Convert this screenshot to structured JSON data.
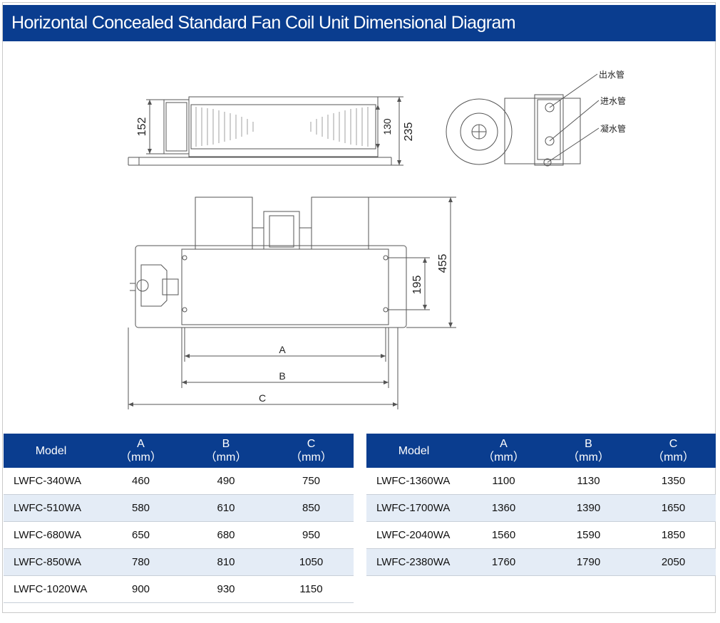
{
  "title": "Horizontal Concealed Standard Fan Coil Unit Dimensional Diagram",
  "diagram": {
    "dims_side": [
      "152",
      "130",
      "235"
    ],
    "dims_top": [
      "195",
      "455"
    ],
    "dims_bottom": [
      "A",
      "B",
      "C"
    ],
    "pipe_labels": [
      "出水管",
      "进水管",
      "凝水管"
    ]
  },
  "table_headers": {
    "model": "Model",
    "a": "A",
    "b": "B",
    "c": "C",
    "unit": "（mm）"
  },
  "left_rows": [
    {
      "model": "LWFC-340WA",
      "a": "460",
      "b": "490",
      "c": "750"
    },
    {
      "model": "LWFC-510WA",
      "a": "580",
      "b": "610",
      "c": "850"
    },
    {
      "model": "LWFC-680WA",
      "a": "650",
      "b": "680",
      "c": "950"
    },
    {
      "model": "LWFC-850WA",
      "a": "780",
      "b": "810",
      "c": "1050"
    },
    {
      "model": "LWFC-1020WA",
      "a": "900",
      "b": "930",
      "c": "1150"
    }
  ],
  "right_rows": [
    {
      "model": "LWFC-1360WA",
      "a": "1100",
      "b": "1130",
      "c": "1350"
    },
    {
      "model": "LWFC-1700WA",
      "a": "1360",
      "b": "1390",
      "c": "1650"
    },
    {
      "model": "LWFC-2040WA",
      "a": "1560",
      "b": "1590",
      "c": "1850"
    },
    {
      "model": "LWFC-2380WA",
      "a": "1760",
      "b": "1790",
      "c": "2050"
    }
  ],
  "colors": {
    "header_blue": "#0a3d8f",
    "row_alt": "#e4ecf6"
  }
}
